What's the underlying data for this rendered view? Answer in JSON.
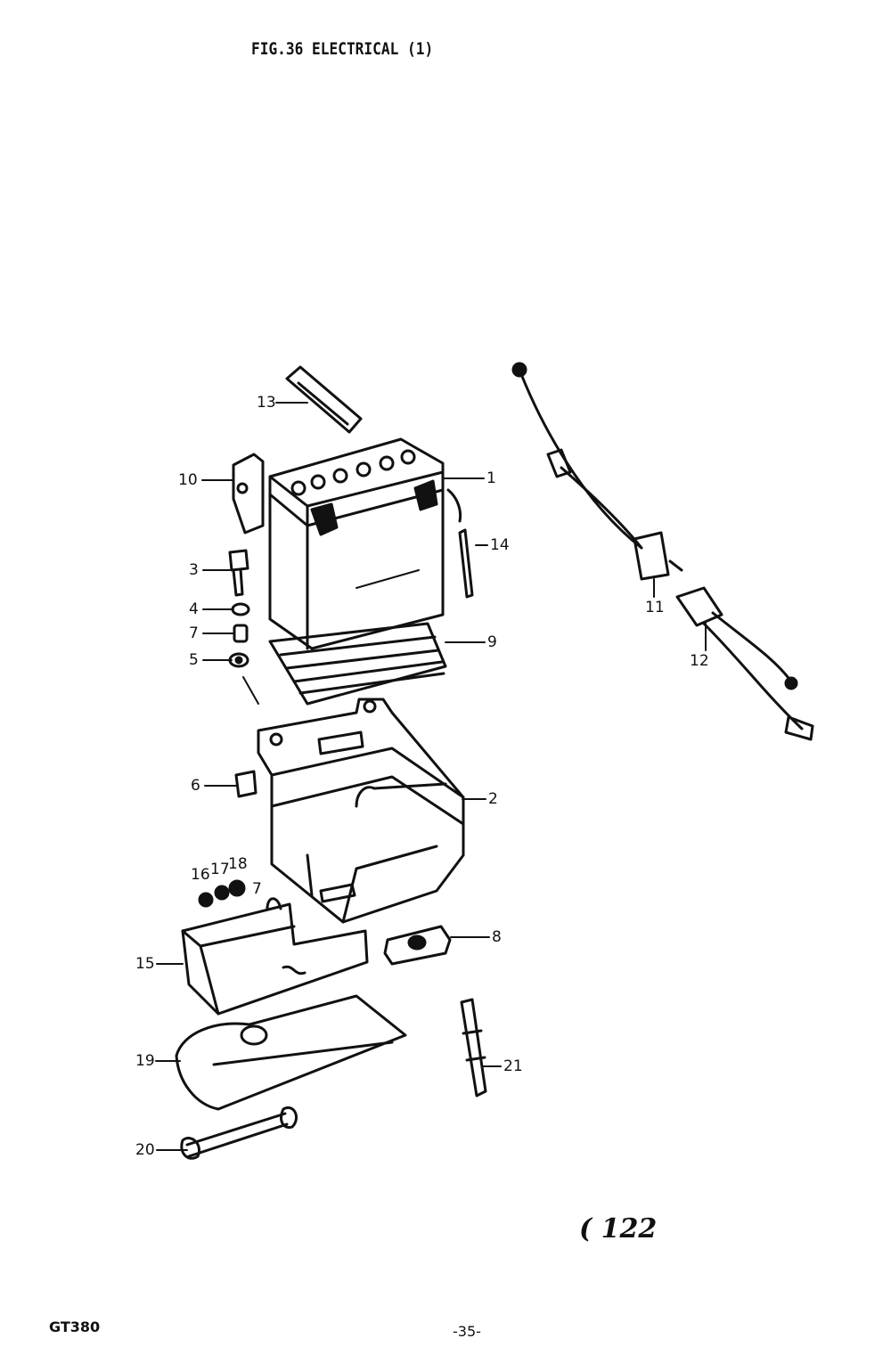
{
  "title": "FIG.36  ELECTRICAL (1)",
  "model": "GT380",
  "page_number": "-35-",
  "stamp": "( 122",
  "callouts": {
    "c1": "1",
    "c2": "2",
    "c3": "3",
    "c4": "4",
    "c5": "5",
    "c6": "6",
    "c7a": "7",
    "c7b": "7",
    "c8": "8",
    "c9": "9",
    "c10": "10",
    "c11": "11",
    "c12": "12",
    "c13": "13",
    "c14": "14",
    "c15": "15",
    "c16": "16",
    "c17": "17",
    "c18": "18",
    "c19": "19",
    "c20": "20",
    "c21": "21"
  }
}
